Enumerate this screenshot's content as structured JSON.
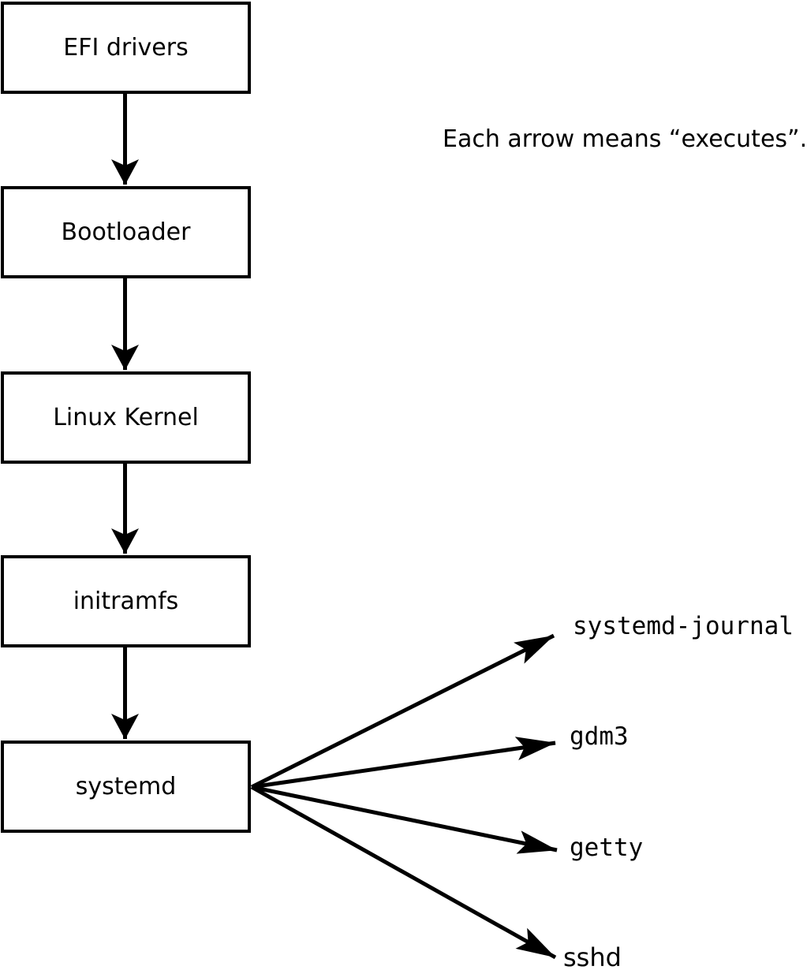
{
  "diagram": {
    "note": "Each arrow means “executes”.",
    "chain": [
      {
        "id": "efi-drivers",
        "label": "EFI drivers"
      },
      {
        "id": "bootloader",
        "label": "Bootloader"
      },
      {
        "id": "linux-kernel",
        "label": "Linux Kernel"
      },
      {
        "id": "initramfs",
        "label": "initramfs"
      },
      {
        "id": "systemd",
        "label": "systemd"
      }
    ],
    "spawned": [
      {
        "id": "systemd-journal",
        "label": "systemd-journal"
      },
      {
        "id": "gdm3",
        "label": "gdm3"
      },
      {
        "id": "getty",
        "label": "getty"
      },
      {
        "id": "sshd",
        "label": "sshd"
      }
    ],
    "edges": [
      {
        "from": "EFI drivers",
        "to": "Bootloader",
        "meaning": "executes"
      },
      {
        "from": "Bootloader",
        "to": "Linux Kernel",
        "meaning": "executes"
      },
      {
        "from": "Linux Kernel",
        "to": "initramfs",
        "meaning": "executes"
      },
      {
        "from": "initramfs",
        "to": "systemd",
        "meaning": "executes"
      },
      {
        "from": "systemd",
        "to": "systemd-journal",
        "meaning": "executes"
      },
      {
        "from": "systemd",
        "to": "gdm3",
        "meaning": "executes"
      },
      {
        "from": "systemd",
        "to": "getty",
        "meaning": "executes"
      },
      {
        "from": "systemd",
        "to": "sshd",
        "meaning": "executes"
      }
    ],
    "colors": {
      "stroke": "#000000",
      "node_fill": "#ffffff",
      "background": "#ffffff",
      "text": "#000000"
    }
  }
}
